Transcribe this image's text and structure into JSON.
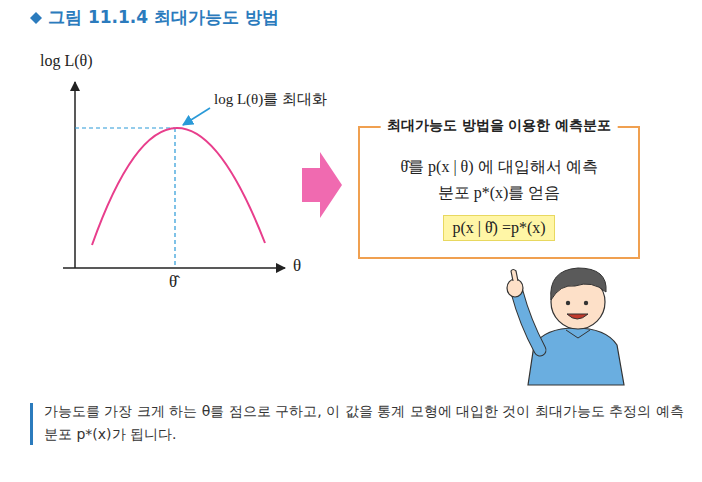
{
  "diagram": {
    "title": "그림 11.1.4 최대가능도 방법",
    "caption": "가능도를 가장 크게 하는 θ를 점으로 구하고, 이 값을 통계 모형에 대입한 것이 최대가능도 추정의 예측분포 p*(x)가 됩니다.",
    "nodes": [
      {
        "text": [
          "최대가능도 방법을 이용한 예측분포",
          "θ̂를 p(x | θ) 에 대입해서 예측분포 p*(x)를 얻음"
        ]
      },
      {
        "text": [
          "p(x | θ̂) =p*(x)"
        ],
        "in": 0
      }
    ],
    "labels": [
      "log L(θ)",
      "log L(θ)를 최대화",
      "θ̂",
      "θ"
    ]
  }
}
